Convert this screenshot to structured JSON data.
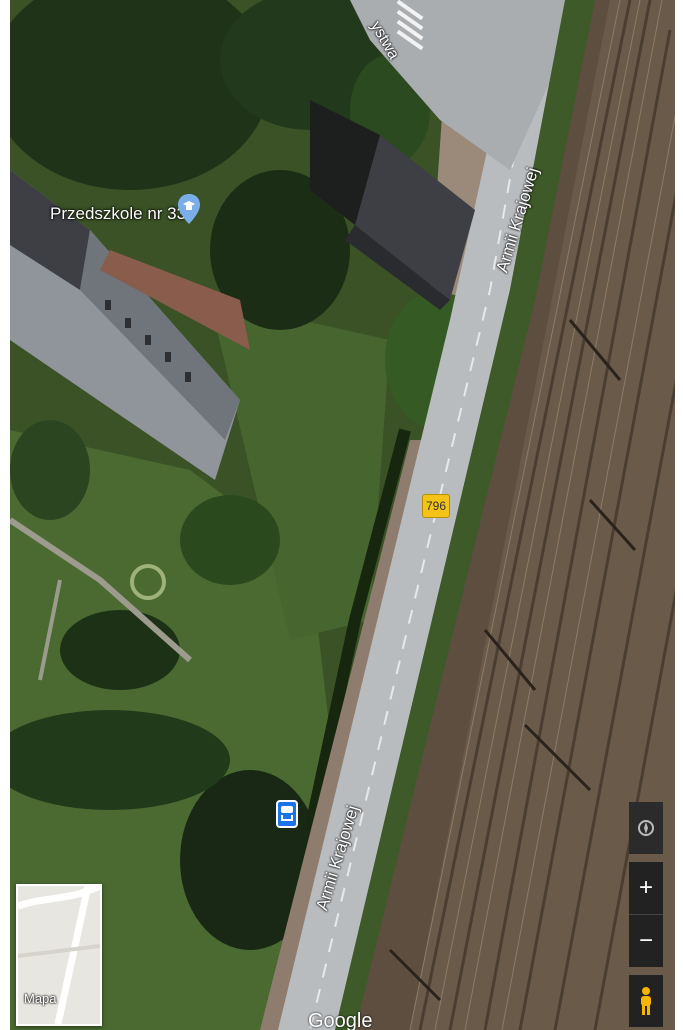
{
  "map": {
    "type": "satellite",
    "poi": {
      "name": "Przedszkole nr 33",
      "icon": "school-marker-icon"
    },
    "streets": {
      "main": "Armii Krajowej",
      "partial": "ystwa"
    },
    "route_shield": "796",
    "transit_icon": "bus-stop-icon",
    "attribution": "Google"
  },
  "controls": {
    "map_type_toggle_label": "Mapa",
    "compass": "compass-icon",
    "zoom_in": "+",
    "zoom_out": "−",
    "street_view": "pegman-icon"
  },
  "colors": {
    "grass": "#3f5a2a",
    "trees": "#1f3318",
    "road": "#b9bcbf",
    "roof_gray": "#8f959b",
    "roof_dark": "#3d3f44",
    "rail_bed": "#6a5a49",
    "route_shield": "#f3c317"
  }
}
